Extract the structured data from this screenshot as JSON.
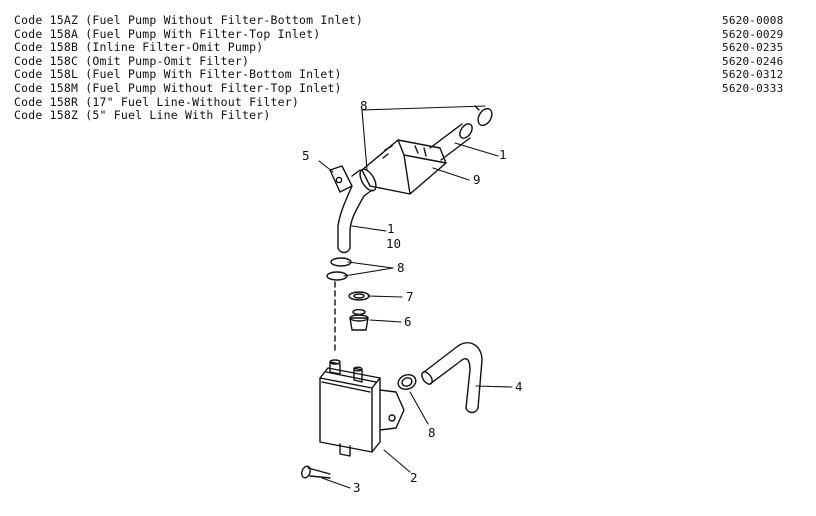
{
  "codes": [
    "Code 15AZ (Fuel Pump Without Filter-Bottom Inlet)",
    "Code 158A (Fuel Pump With Filter-Top Inlet)",
    "Code 158B (Inline Filter-Omit Pump)",
    "Code 158C (Omit Pump-Omit Filter)",
    "Code 158L (Fuel Pump With Filter-Bottom Inlet)",
    "Code 158M (Fuel Pump Without Filter-Top Inlet)",
    "Code 158R (17\" Fuel Line-Without Filter)",
    "Code 158Z (5\" Fuel Line With Filter)"
  ],
  "part_numbers": [
    "5620-0008",
    "5620-0029",
    "5620-0235",
    "5620-0246",
    "5620-0312",
    "5620-0333"
  ],
  "callouts": {
    "c1_top": "1",
    "c1_mid": "1",
    "c2": "2",
    "c3": "3",
    "c4": "4",
    "c5": "5",
    "c6": "6",
    "c7": "7",
    "c8_top": "8",
    "c8_mid": "8",
    "c8_low": "8",
    "c9": "9",
    "c10": "10"
  },
  "colors": {
    "ink": "#111111",
    "paper": "#ffffff"
  }
}
